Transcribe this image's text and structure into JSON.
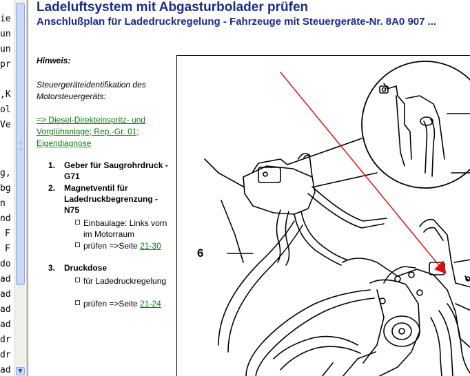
{
  "left_pane": {
    "lines": [
      "ie",
      "un",
      "un",
      "pr",
      "",
      ",K",
      "ol",
      "Ve",
      "",
      "",
      "g,",
      "bg",
      "n",
      "nd",
      "F",
      "F",
      "do",
      "ad",
      "ad",
      "ad",
      "ad",
      "dr",
      "dr",
      "ad"
    ]
  },
  "header": {
    "title": "Ladeluftsystem mit Abgasturbolader prüfen",
    "subtitle": "Anschlußplan für Ladedruckregelung - Fahrzeuge mit Steuergeräte-Nr. 8A0 907 ..."
  },
  "note": {
    "heading": "Hinweis:",
    "text": "Steuergeräteidentifikation des Motorsteuergeräts:",
    "link": "=> Diesel-Direkteinspritz- und Vorglühanlage; Rep.-Gr. 01; Eigendiagnose"
  },
  "parts": [
    {
      "num": "1.",
      "title": "Geber für Saugrohrdruck -G71",
      "subs": []
    },
    {
      "num": "2.",
      "title": "Magnetventil für Ladedruckbegrenzung -N75",
      "subs": [
        {
          "text": "Einbaulage: Links vorn im Motorraum"
        },
        {
          "text": "prüfen =>Seite ",
          "link": "21-30"
        }
      ]
    },
    {
      "num": "3.",
      "title": "Druckdose",
      "subs": [
        {
          "text": "für Ladedruckregelung"
        },
        {
          "text": "prüfen =>Seite ",
          "link": "21-24"
        }
      ]
    }
  ],
  "figure": {
    "label": "6"
  },
  "colors": {
    "heading": "#1a2a8c",
    "link": "#0f7a12",
    "arrow": "#e01010"
  }
}
